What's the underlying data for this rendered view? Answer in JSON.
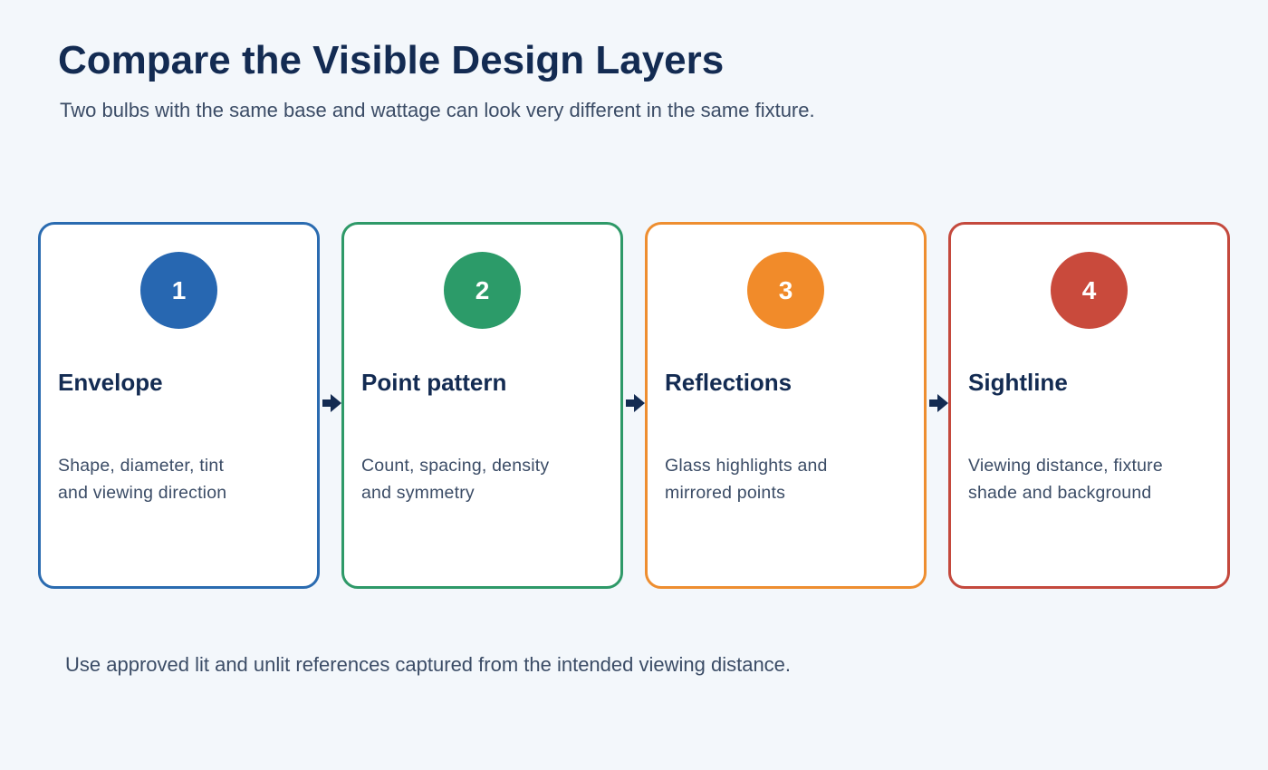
{
  "header": {
    "title": "Compare the Visible Design Layers",
    "subtitle": "Two bulbs with the same base and wattage can look very different in the same fixture."
  },
  "steps": [
    {
      "number": "1",
      "title": "Envelope",
      "description": "Shape, diameter, tint and viewing direction",
      "color": "#2a6bb0",
      "badge_color": "#2767b1"
    },
    {
      "number": "2",
      "title": "Point pattern",
      "description": "Count, spacing, density and symmetry",
      "color": "#2e9968",
      "badge_color": "#2c9b69"
    },
    {
      "number": "3",
      "title": "Reflections",
      "description": "Glass highlights and mirrored points",
      "color": "#ee8e30",
      "badge_color": "#f18b2a"
    },
    {
      "number": "4",
      "title": "Sightline",
      "description": "Viewing distance, fixture shade and background",
      "color": "#c4493d",
      "badge_color": "#c94a3c"
    }
  ],
  "arrow_color": "#132b52",
  "footer": {
    "note": "Use approved lit and unlit references captured from the intended viewing distance."
  }
}
